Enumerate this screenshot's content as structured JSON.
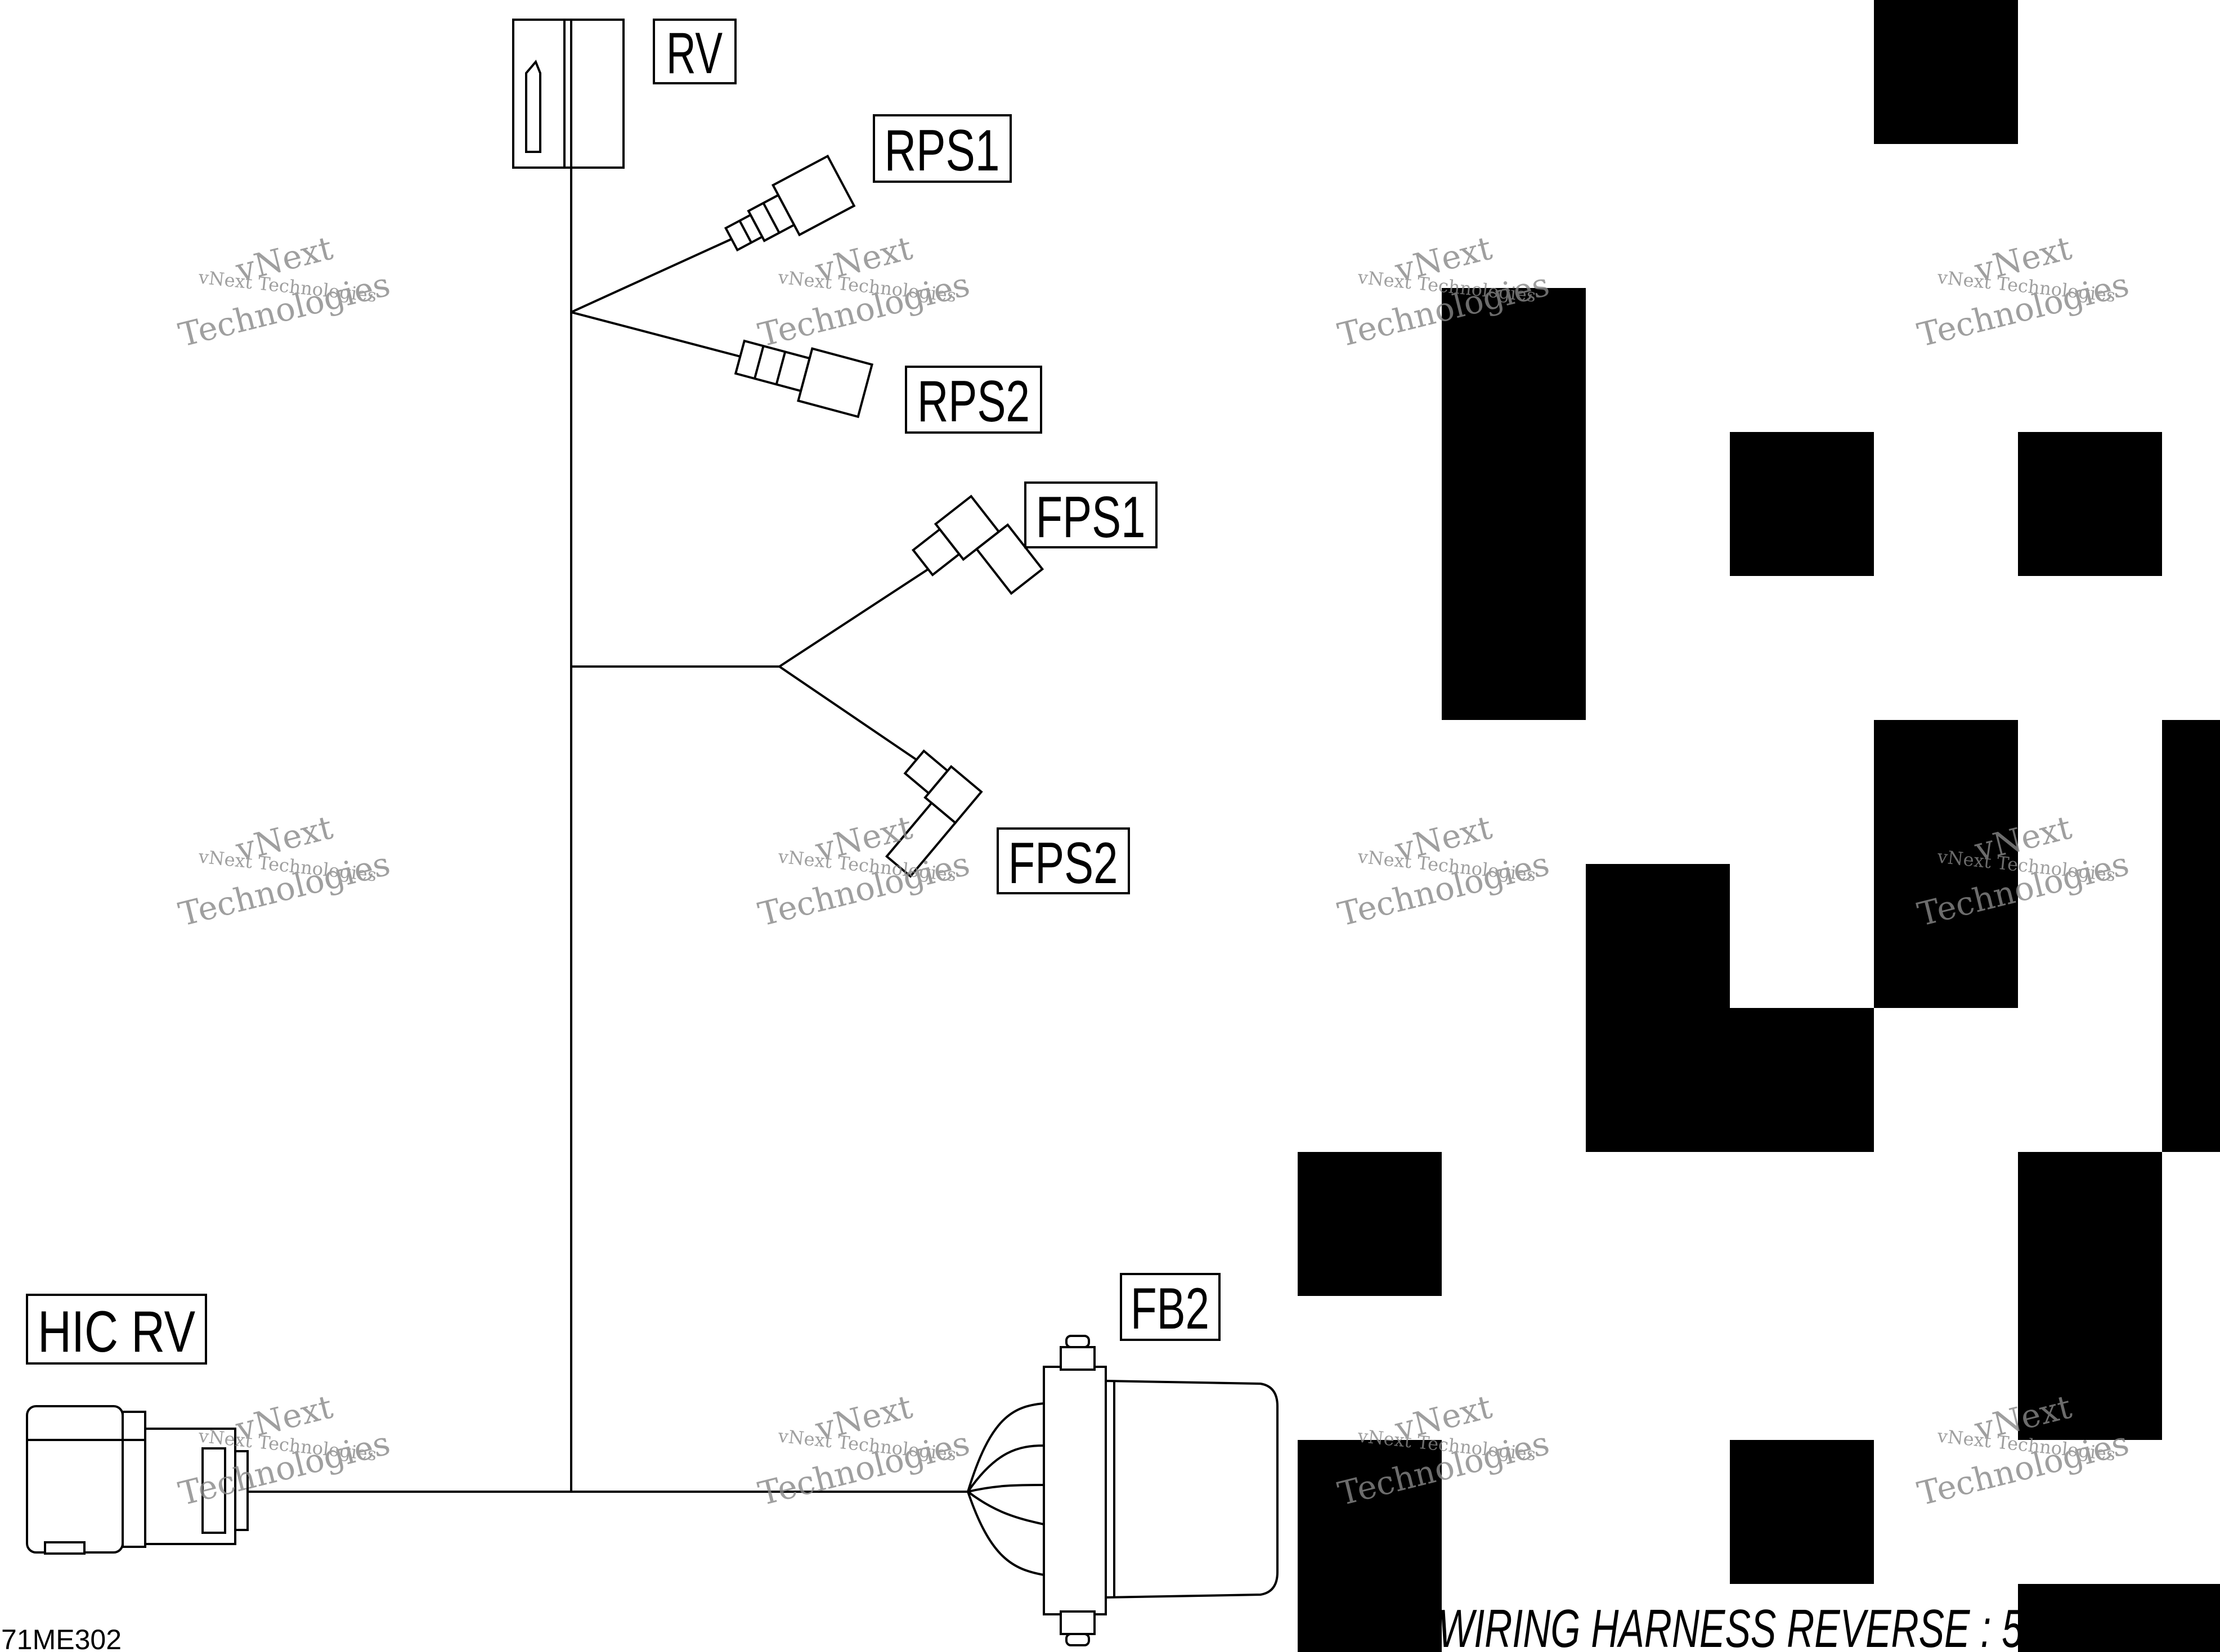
{
  "diagram": {
    "labels": {
      "rv": "RV",
      "rps1": "RPS1",
      "rps2": "RPS2",
      "fps1": "FPS1",
      "fps2": "FPS2",
      "hic_rv": "HIC  RV",
      "fb2": "FB2"
    },
    "caption": "WIRING HARNESS  REVERSE  :  5",
    "figure_code": "71ME302",
    "watermark": {
      "line1": "vNext Technologies",
      "line2": "vNext",
      "line3": "Technologies"
    }
  },
  "colors": {
    "ink": "#000000",
    "watermark": "#888888",
    "background": "#ffffff"
  }
}
